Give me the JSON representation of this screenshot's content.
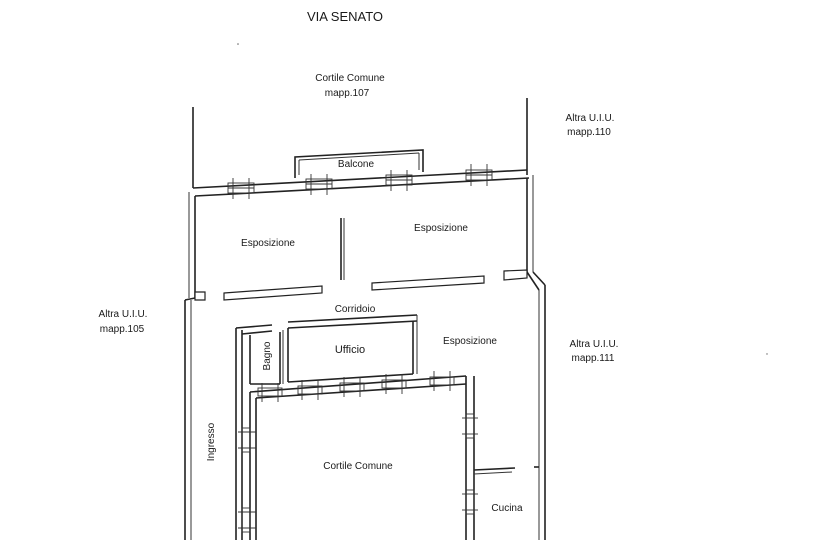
{
  "plan": {
    "street": "VIA SENATO",
    "labels": {
      "cortile_top_line1": "Cortile Comune",
      "cortile_top_line2": "mapp.107",
      "altra_110_line1": "Altra U.I.U.",
      "altra_110_line2": "mapp.110",
      "altra_105_line1": "Altra U.I.U.",
      "altra_105_line2": "mapp.105",
      "altra_111_line1": "Altra U.I.U.",
      "altra_111_line2": "mapp.111",
      "balcone": "Balcone",
      "esposizione_left": "Esposizione",
      "esposizione_right": "Esposizione",
      "corridoio": "Corridoio",
      "bagno": "Bagno",
      "ufficio": "Ufficio",
      "esposizione_mid": "Esposizione",
      "ingresso": "Ingresso",
      "cortile_inner": "Cortile Comune",
      "cucina": "Cucina"
    }
  }
}
